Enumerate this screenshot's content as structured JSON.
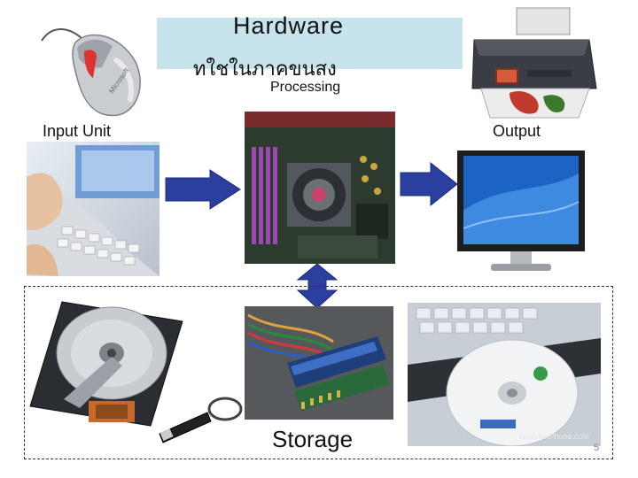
{
  "title": {
    "main": "Hardware",
    "sub": "ทใชในภาคขนสง"
  },
  "labels": {
    "processing": "Processing",
    "input": "Input Unit",
    "output": "Output",
    "storage": "Storage"
  },
  "watermark": "www.MxPhone.com",
  "page_number": "5",
  "icons": [
    "mouse-icon",
    "printer-icon",
    "keyboard-icon",
    "motherboard-icon",
    "monitor-icon",
    "hard-disk-icon",
    "ram-icon",
    "cd-drive-icon",
    "usb-drive-icon"
  ],
  "colors": {
    "banner": "#c7e3ec",
    "arrow": "#2a3f9e",
    "arrow_edge": "#1c2b7a"
  }
}
